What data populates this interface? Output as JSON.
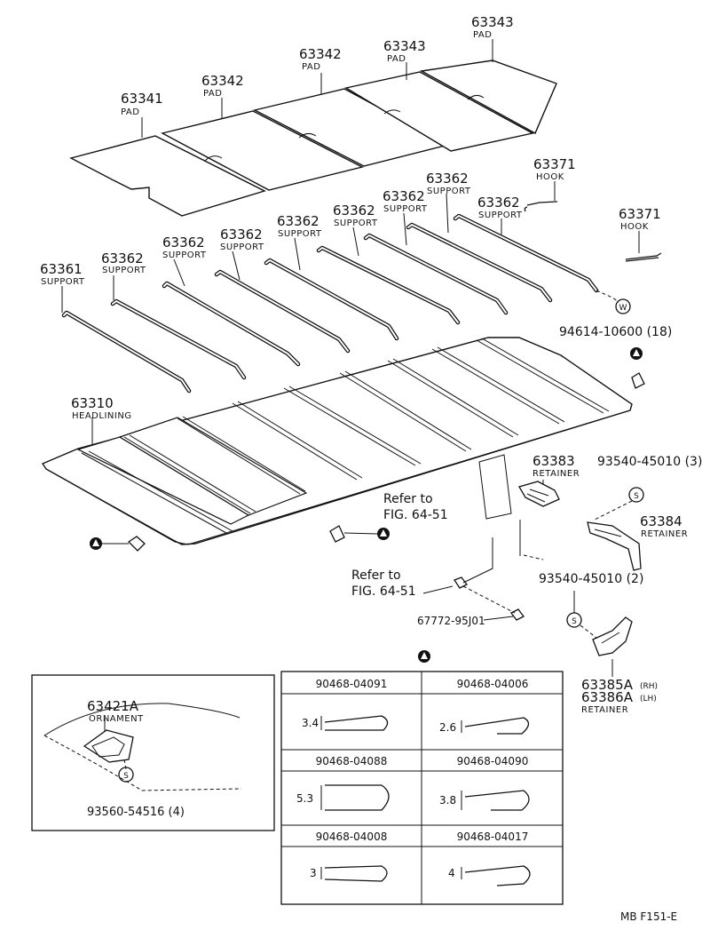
{
  "labels": {
    "pad_63341": {
      "num": "63341",
      "name": "PAD"
    },
    "pad_63342a": {
      "num": "63342",
      "name": "PAD"
    },
    "pad_63342b": {
      "num": "63342",
      "name": "PAD"
    },
    "pad_63343a": {
      "num": "63343",
      "name": "PAD"
    },
    "pad_63343b": {
      "num": "63343",
      "name": "PAD"
    },
    "sup_63361": {
      "num": "63361",
      "name": "SUPPORT"
    },
    "sup_a": {
      "num": "63362",
      "name": "SUPPORT"
    },
    "sup_b": {
      "num": "63362",
      "name": "SUPPORT"
    },
    "sup_c": {
      "num": "63362",
      "name": "SUPPORT"
    },
    "sup_d": {
      "num": "63362",
      "name": "SUPPORT"
    },
    "sup_e": {
      "num": "63362",
      "name": "SUPPORT"
    },
    "sup_f": {
      "num": "63362",
      "name": "SUPPORT"
    },
    "sup_g": {
      "num": "63362",
      "name": "SUPPORT"
    },
    "sup_h": {
      "num": "63362",
      "name": "SUPPORT"
    },
    "hook_a": {
      "num": "63371",
      "name": "HOOK"
    },
    "hook_b": {
      "num": "63371",
      "name": "HOOK"
    },
    "headlining": {
      "num": "63310",
      "name": "HEADLINING"
    },
    "ret_63383": {
      "num": "63383",
      "name": "RETAINER"
    },
    "ret_63384": {
      "num": "63384",
      "name": "RETAINER"
    },
    "ret_63385": {
      "num_rh": "63385A",
      "rh": "(RH)",
      "num_lh": "63386A",
      "lh": "(LH)",
      "name": "RETAINER"
    },
    "ornament": {
      "num": "63421A",
      "name": "ORNAMENT"
    },
    "w_part": "94614-10600 (18)",
    "s_part_3": "93540-45010 (3)",
    "s_part_2": "93540-45010 (2)",
    "clip_part": "67772-95J01",
    "orn_screw": "93560-54516 (4)",
    "refer1": {
      "line1": "Refer to",
      "line2": "FIG. 64-51"
    },
    "refer2": {
      "line1": "Refer to",
      "line2": "FIG. 64-51"
    },
    "mark_w": "W",
    "mark_s": "S",
    "footer": "MB  F151-E"
  },
  "clip_table": {
    "rows": [
      {
        "left": {
          "part": "90468-04091",
          "dim": "3.4"
        },
        "right": {
          "part": "90468-04006",
          "dim": "2.6"
        }
      },
      {
        "left": {
          "part": "90468-04088",
          "dim": "5.3"
        },
        "right": {
          "part": "90468-04090",
          "dim": "3.8"
        }
      },
      {
        "left": {
          "part": "90468-04008",
          "dim": "3"
        },
        "right": {
          "part": "90468-04017",
          "dim": "4"
        }
      }
    ]
  }
}
